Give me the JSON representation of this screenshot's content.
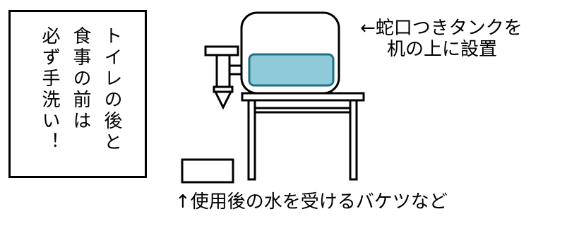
{
  "sign": {
    "lines": [
      "トイレの後と",
      "食事の前は",
      "必ず手洗い！"
    ]
  },
  "captions": {
    "tank_line1": "←蛇口つきタンクを",
    "tank_line2": "机の上に設置",
    "bucket": "↑使用後の水を受けるバケツなど"
  },
  "colors": {
    "water": "#8ecad8",
    "water_outline": "#1f6f86",
    "stroke": "#000000",
    "background": "#ffffff"
  },
  "icons": [
    "tank-icon",
    "faucet-icon",
    "table-icon",
    "bucket-icon"
  ]
}
